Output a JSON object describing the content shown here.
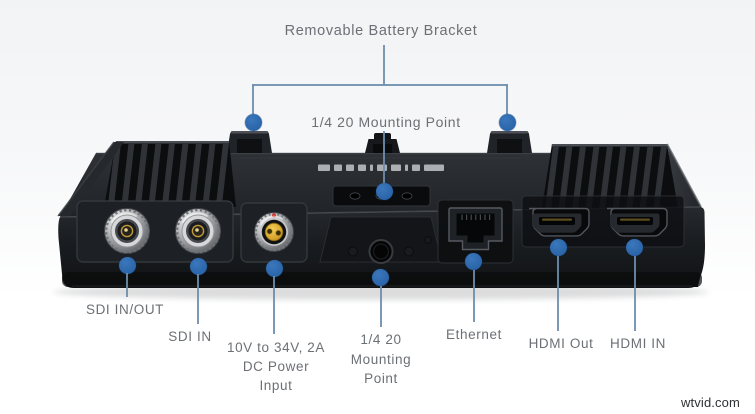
{
  "callouts": {
    "battery_bracket": "Removable Battery Bracket",
    "mount_top": "1/4 20 Mounting Point",
    "sdi_in_out": "SDI IN/OUT",
    "sdi_in": "SDI IN",
    "power_input": "10V to 34V, 2A\nDC Power\nInput",
    "mount_bottom": "1/4 20\nMounting\nPoint",
    "ethernet": "Ethernet",
    "hdmi_out": "HDMI Out",
    "hdmi_in": "HDMI IN"
  },
  "watermark": "wtvid.com",
  "colors": {
    "dot_color": "#2b65a9",
    "line_color": "#6d8dac",
    "label_color": "#6c7075",
    "watermark_color": "#2f3134",
    "bg_top": "#f2f3f5"
  }
}
